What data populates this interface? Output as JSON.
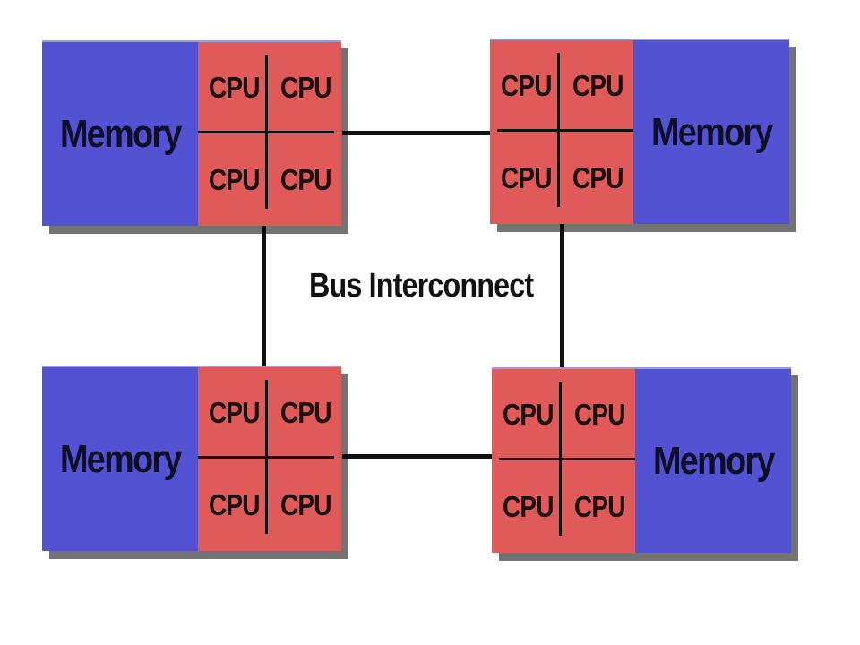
{
  "bus_label": "Bus Interconnect",
  "nodes": [
    {
      "memory_label": "Memory",
      "cpus": [
        "CPU",
        "CPU",
        "CPU",
        "CPU"
      ]
    },
    {
      "memory_label": "Memory",
      "cpus": [
        "CPU",
        "CPU",
        "CPU",
        "CPU"
      ]
    },
    {
      "memory_label": "Memory",
      "cpus": [
        "CPU",
        "CPU",
        "CPU",
        "CPU"
      ]
    },
    {
      "memory_label": "Memory",
      "cpus": [
        "CPU",
        "CPU",
        "CPU",
        "CPU"
      ]
    }
  ],
  "colors": {
    "memory": "#5252d2",
    "cpu": "#e05a5a",
    "line": "#111111"
  }
}
